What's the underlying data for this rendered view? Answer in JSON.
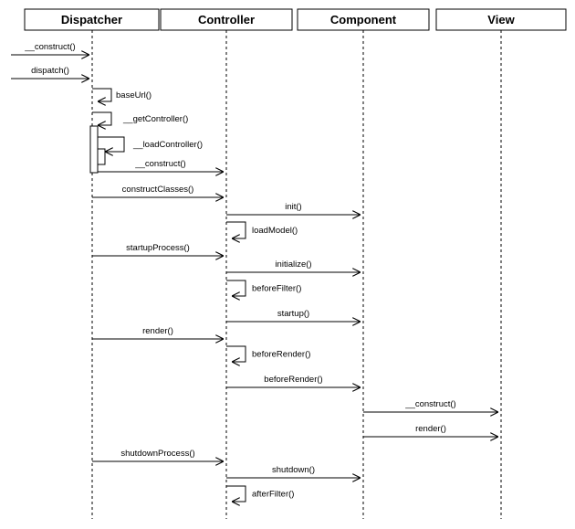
{
  "diagram": {
    "type": "sequence",
    "lifelines": [
      {
        "id": "dispatcher",
        "name": "Dispatcher"
      },
      {
        "id": "controller",
        "name": "Controller"
      },
      {
        "id": "component",
        "name": "Component"
      },
      {
        "id": "view",
        "name": "View"
      }
    ],
    "messages": [
      {
        "from": "external",
        "to": "dispatcher",
        "label": "__construct()"
      },
      {
        "from": "external",
        "to": "dispatcher",
        "label": "dispatch()"
      },
      {
        "from": "dispatcher",
        "to": "dispatcher",
        "label": "baseUrl()"
      },
      {
        "from": "dispatcher",
        "to": "dispatcher",
        "label": "__getController()"
      },
      {
        "from": "dispatcher",
        "to": "dispatcher",
        "label": "__loadController()"
      },
      {
        "from": "dispatcher",
        "to": "controller",
        "label": "__construct()"
      },
      {
        "from": "dispatcher",
        "to": "controller",
        "label": "constructClasses()"
      },
      {
        "from": "controller",
        "to": "component",
        "label": "init()"
      },
      {
        "from": "controller",
        "to": "controller",
        "label": "loadModel()"
      },
      {
        "from": "dispatcher",
        "to": "controller",
        "label": "startupProcess()"
      },
      {
        "from": "controller",
        "to": "component",
        "label": "initialize()"
      },
      {
        "from": "controller",
        "to": "controller",
        "label": "beforeFilter()"
      },
      {
        "from": "controller",
        "to": "component",
        "label": "startup()"
      },
      {
        "from": "dispatcher",
        "to": "controller",
        "label": "render()"
      },
      {
        "from": "controller",
        "to": "controller",
        "label": "beforeRender()"
      },
      {
        "from": "controller",
        "to": "component",
        "label": "beforeRender()"
      },
      {
        "from": "component",
        "to": "view",
        "label": "__construct()"
      },
      {
        "from": "component",
        "to": "view",
        "label": "render()"
      },
      {
        "from": "dispatcher",
        "to": "controller",
        "label": "shutdownProcess()"
      },
      {
        "from": "controller",
        "to": "component",
        "label": "shutdown()"
      },
      {
        "from": "controller",
        "to": "controller",
        "label": "afterFilter()"
      }
    ]
  }
}
